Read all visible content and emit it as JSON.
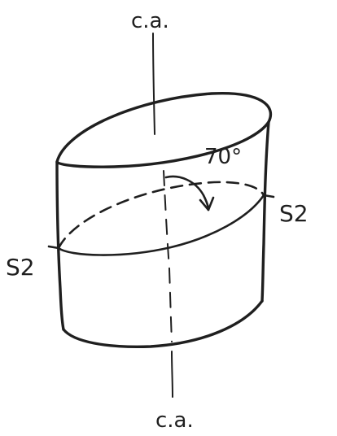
{
  "labels": {
    "axis_top": "c.a.",
    "axis_bottom": "c.a.",
    "angle": "70°",
    "plane_right": "S2",
    "plane_left": "S2"
  }
}
